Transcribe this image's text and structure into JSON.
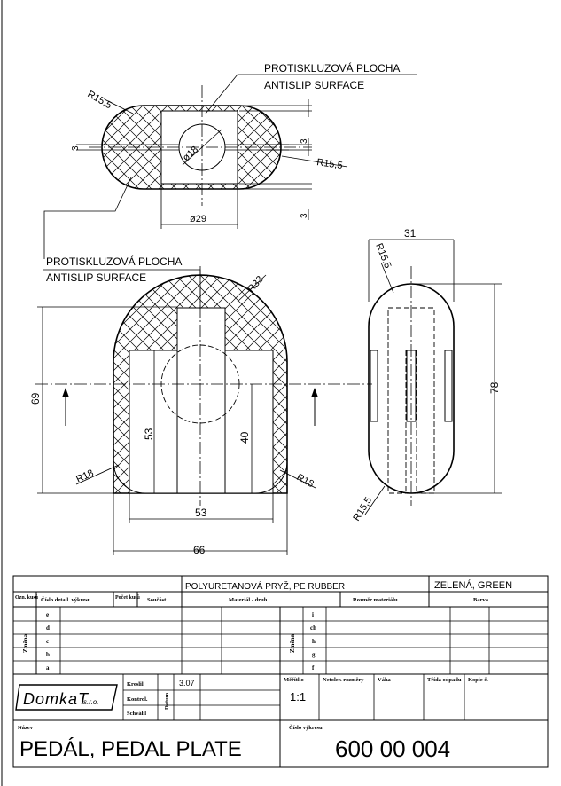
{
  "labels": {
    "antislip_top_cz": "PROTISKLUZOVÁ PLOCHA",
    "antislip_top_en": "ANTISLIP SURFACE",
    "antislip_left_cz": "PROTISKLUZOVÁ PLOCHA",
    "antislip_left_en": "ANTISLIP SURFACE"
  },
  "dimensions": {
    "r15_5_a": "R15,5",
    "r15_5_b": "R15,5",
    "r15_5_c": "R15,5",
    "r15_5_d": "R15,5",
    "dia18": "ø18",
    "dia29": "ø29",
    "three_a": "3",
    "three_b": "3",
    "three_c": "3",
    "d69": "69",
    "d53v": "53",
    "d40": "40",
    "r18_a": "R18",
    "r18_b": "R18",
    "d53h": "53",
    "d66": "66",
    "r33": "R33",
    "d31": "31",
    "d78": "78"
  },
  "titleblock": {
    "material": "POLYURETANOVÁ PRYŽ, PE RUBBER",
    "color": "ZELENÁ,  GREEN",
    "h_ozn": "Ozn. kusů",
    "h_cislo_det": "Číslo detail. výkresu",
    "h_pocet": "Počet kusů",
    "h_soucast": "Součást",
    "h_material": "Materiál - druh",
    "h_rozmer": "Rozměr materiálu",
    "h_barva": "Barva",
    "zmena": "Změna",
    "rev_left": [
      "e",
      "d",
      "c",
      "b",
      "a"
    ],
    "rev_right": [
      "i",
      "ch",
      "h",
      "g",
      "f"
    ],
    "company": "DomkaT",
    "company_suffix": "s.r.o.",
    "kreslil": "Kreslil",
    "kontrol": "Kontrol.",
    "schvalil": "Schválil",
    "datum": "Datum",
    "date": "3.07",
    "meritko_label": "Měřítko",
    "meritko": "1:1",
    "netoler": "Netoler. rozměry",
    "vaha": "Váha",
    "trida": "Třída odpadu",
    "kopie": "Kopie č.",
    "nazev_label": "Název",
    "nazev": "PEDÁL,  PEDAL  PLATE",
    "cislo_label": "Číslo výkresu",
    "cislo": "600  00  004"
  }
}
